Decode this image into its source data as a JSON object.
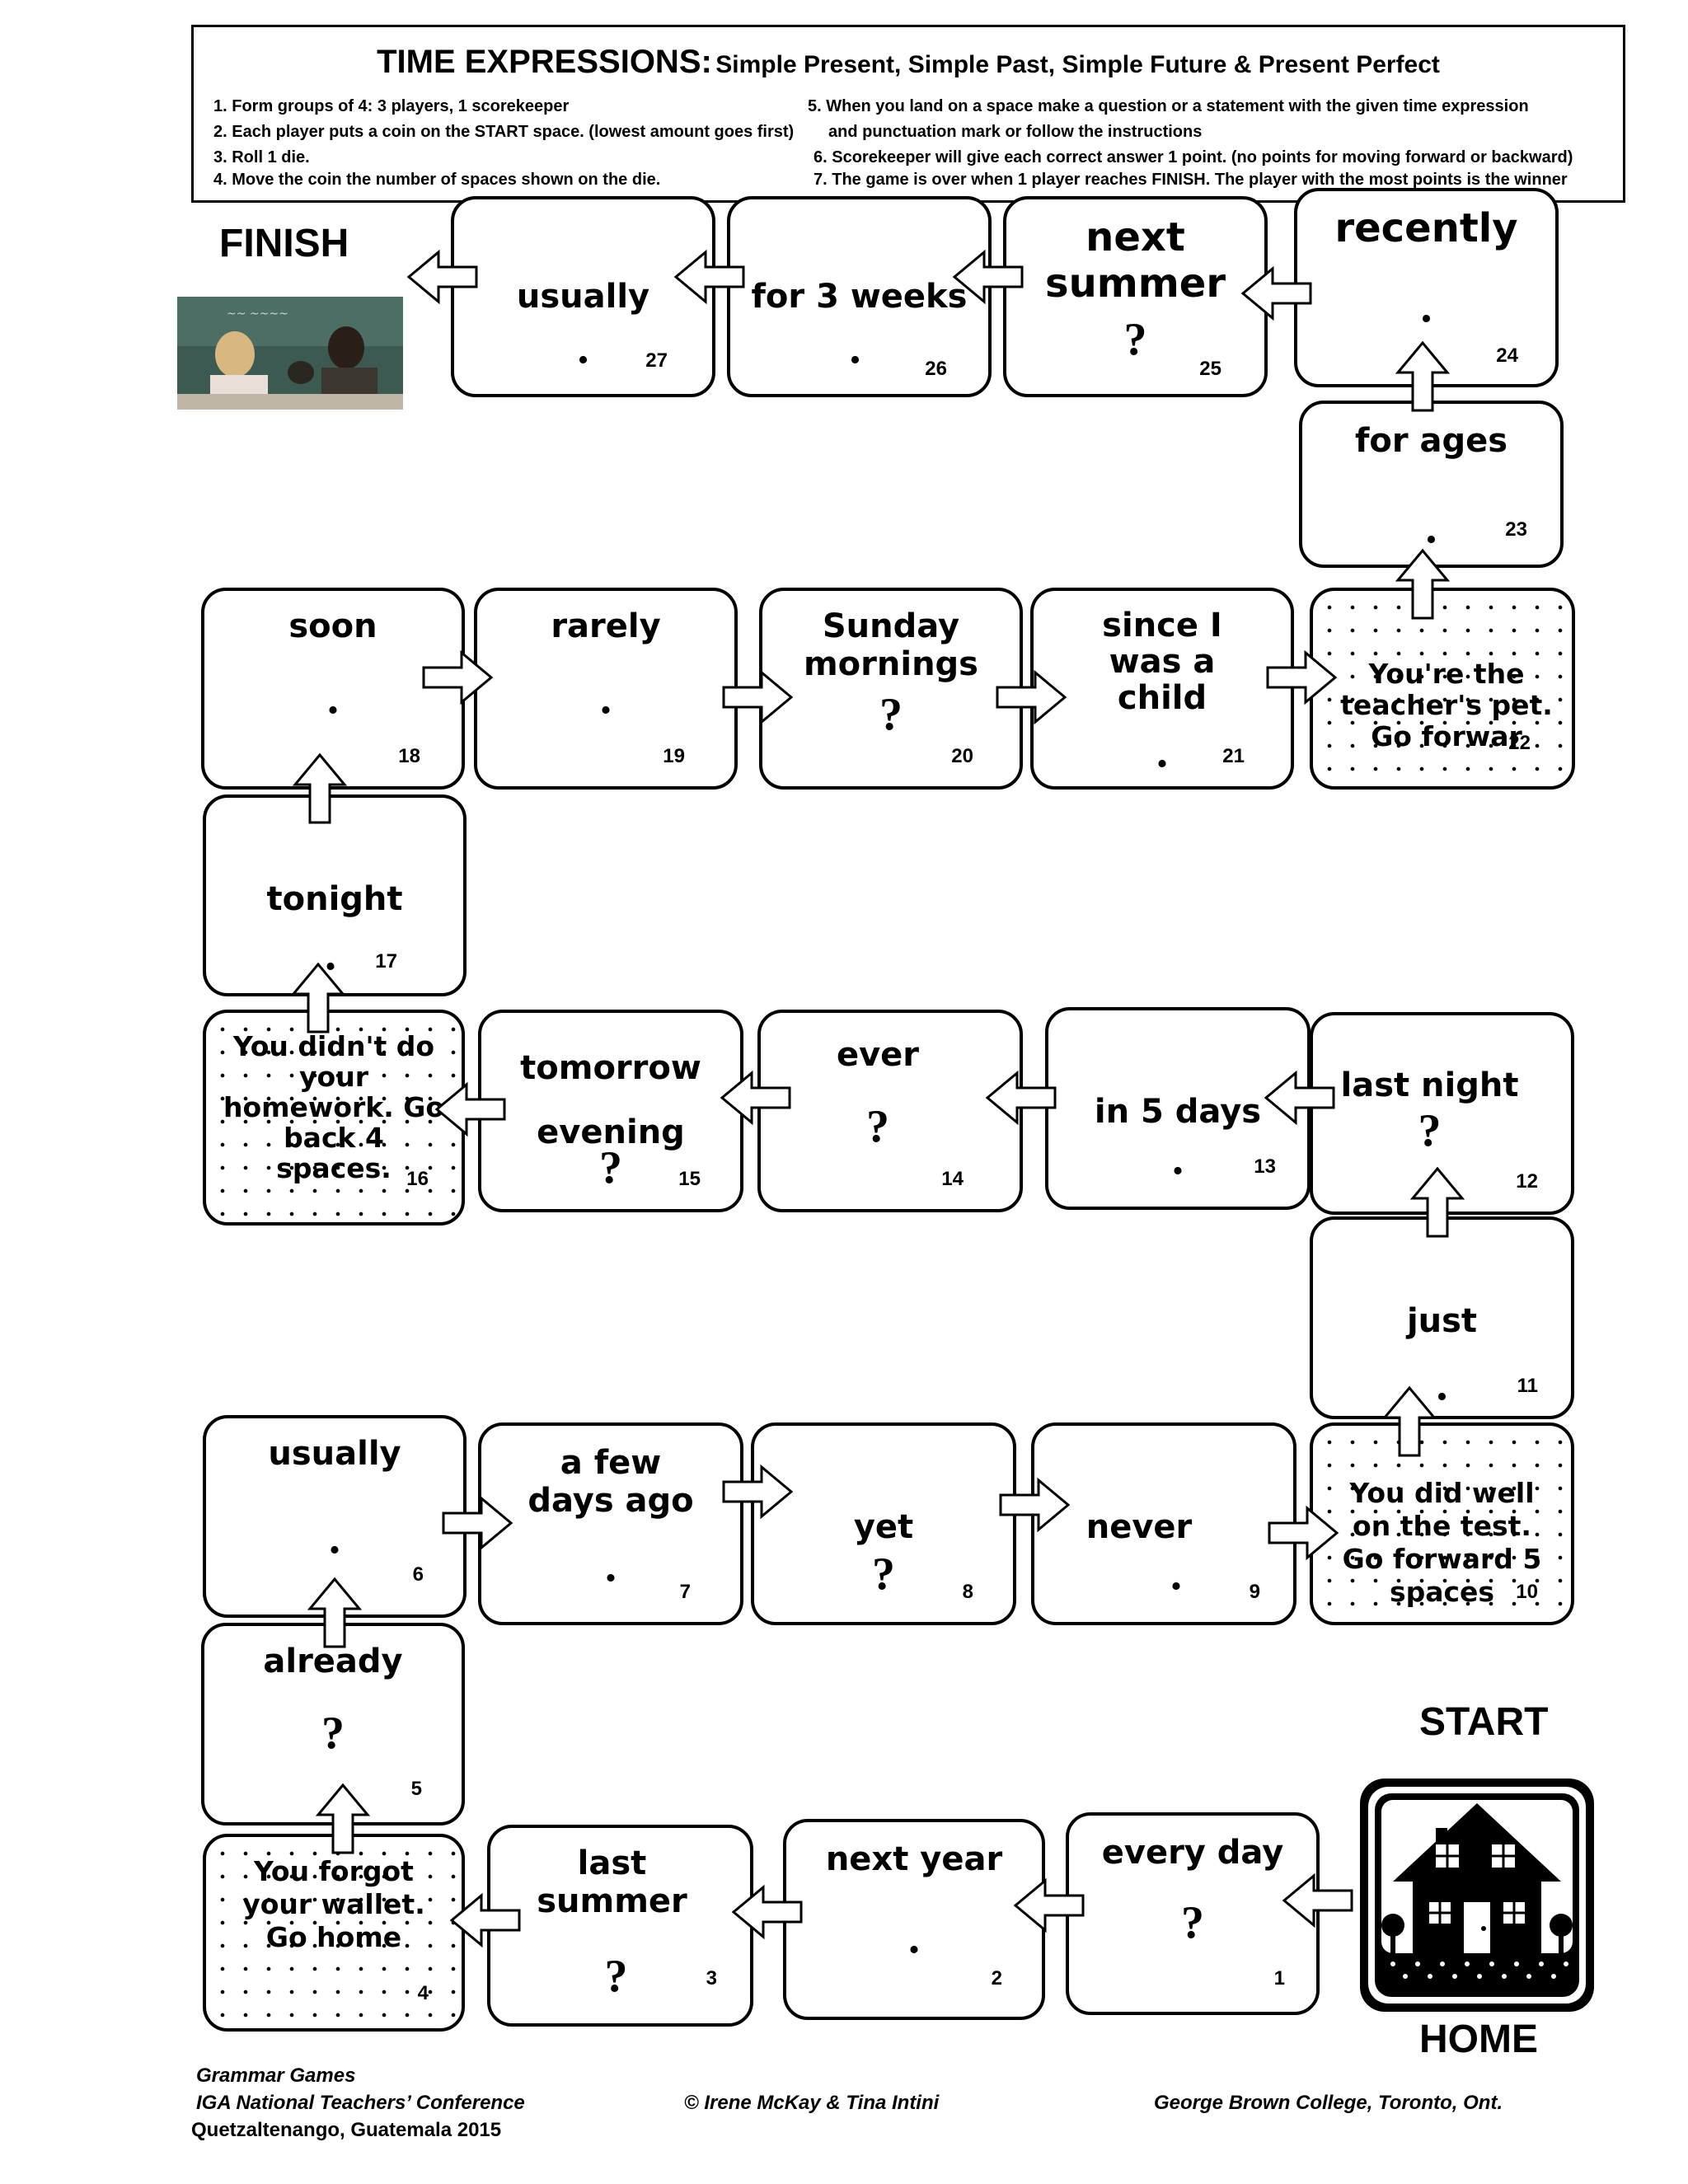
{
  "header": {
    "title_main": "TIME EXPRESSIONS:",
    "title_sub": "Simple Present, Simple Past, Simple Future & Present Perfect",
    "rules_left": [
      "1. Form groups of 4: 3 players, 1 scorekeeper",
      "2. Each player puts a coin on the START space. (lowest amount goes first)",
      "3. Roll 1 die.",
      "4. Move the coin the number of spaces shown on the die."
    ],
    "rules_right": [
      "5. When you land on a space make a question or a statement with the given time expression",
      "and punctuation mark  or  follow  the instructions",
      "6. Scorekeeper will give each correct answer 1 point. (no points for moving forward or backward)",
      "7. The game is over when 1 player reaches FINISH. The player with the most points is the winner"
    ]
  },
  "labels": {
    "finish": "FINISH",
    "start": "START",
    "home": "HOME"
  },
  "squares": [
    {
      "n": "1",
      "text": "every day",
      "mark": "?"
    },
    {
      "n": "2",
      "text": "next year",
      "mark": "."
    },
    {
      "n": "3",
      "text": "last summer",
      "mark": "?"
    },
    {
      "n": "4",
      "text": "You forgot your  wallet. Go home",
      "mark": ""
    },
    {
      "n": "5",
      "text": "already",
      "mark": "?"
    },
    {
      "n": "6",
      "text": "usually",
      "mark": "."
    },
    {
      "n": "7",
      "text": "a few days ago",
      "mark": "."
    },
    {
      "n": "8",
      "text": "yet",
      "mark": "?"
    },
    {
      "n": "9",
      "text": "never",
      "mark": "."
    },
    {
      "n": "10",
      "text": "You did well on the test. Go forward 5 spaces",
      "mark": ""
    },
    {
      "n": "11",
      "text": "just",
      "mark": "."
    },
    {
      "n": "12",
      "text": "last night",
      "mark": "?"
    },
    {
      "n": "13",
      "text": "in 5 days",
      "mark": "."
    },
    {
      "n": "14",
      "text": "ever",
      "mark": "?"
    },
    {
      "n": "15",
      "text": "tomorrow evening",
      "mark": "?"
    },
    {
      "n": "16",
      "text": "You didn't do your homework. Go back 4 spaces.",
      "mark": ""
    },
    {
      "n": "17",
      "text": "tonight",
      "mark": "."
    },
    {
      "n": "18",
      "text": "soon",
      "mark": "."
    },
    {
      "n": "19",
      "text": "rarely",
      "mark": "."
    },
    {
      "n": "20",
      "text": "Sunday mornings",
      "mark": "?"
    },
    {
      "n": "21",
      "text": "since I was a child",
      "mark": "."
    },
    {
      "n": "22",
      "text": "You're the teacher's pet. Go forwar",
      "mark": ""
    },
    {
      "n": "23",
      "text": "for ages",
      "mark": "."
    },
    {
      "n": "24",
      "text": "recently",
      "mark": "."
    },
    {
      "n": "25",
      "text": "next summer",
      "mark": "?"
    },
    {
      "n": "26",
      "text": "for 3 weeks",
      "mark": "."
    },
    {
      "n": "27",
      "text": "usually",
      "mark": "."
    }
  ],
  "footer": {
    "left1": "Grammar Games",
    "left2": "IGA National Teachers’ Conference",
    "left3": "Quetzaltenango, Guatemala 2015",
    "center": "© Irene McKay & Tina Intini",
    "right": "George Brown College, Toronto, Ont."
  }
}
